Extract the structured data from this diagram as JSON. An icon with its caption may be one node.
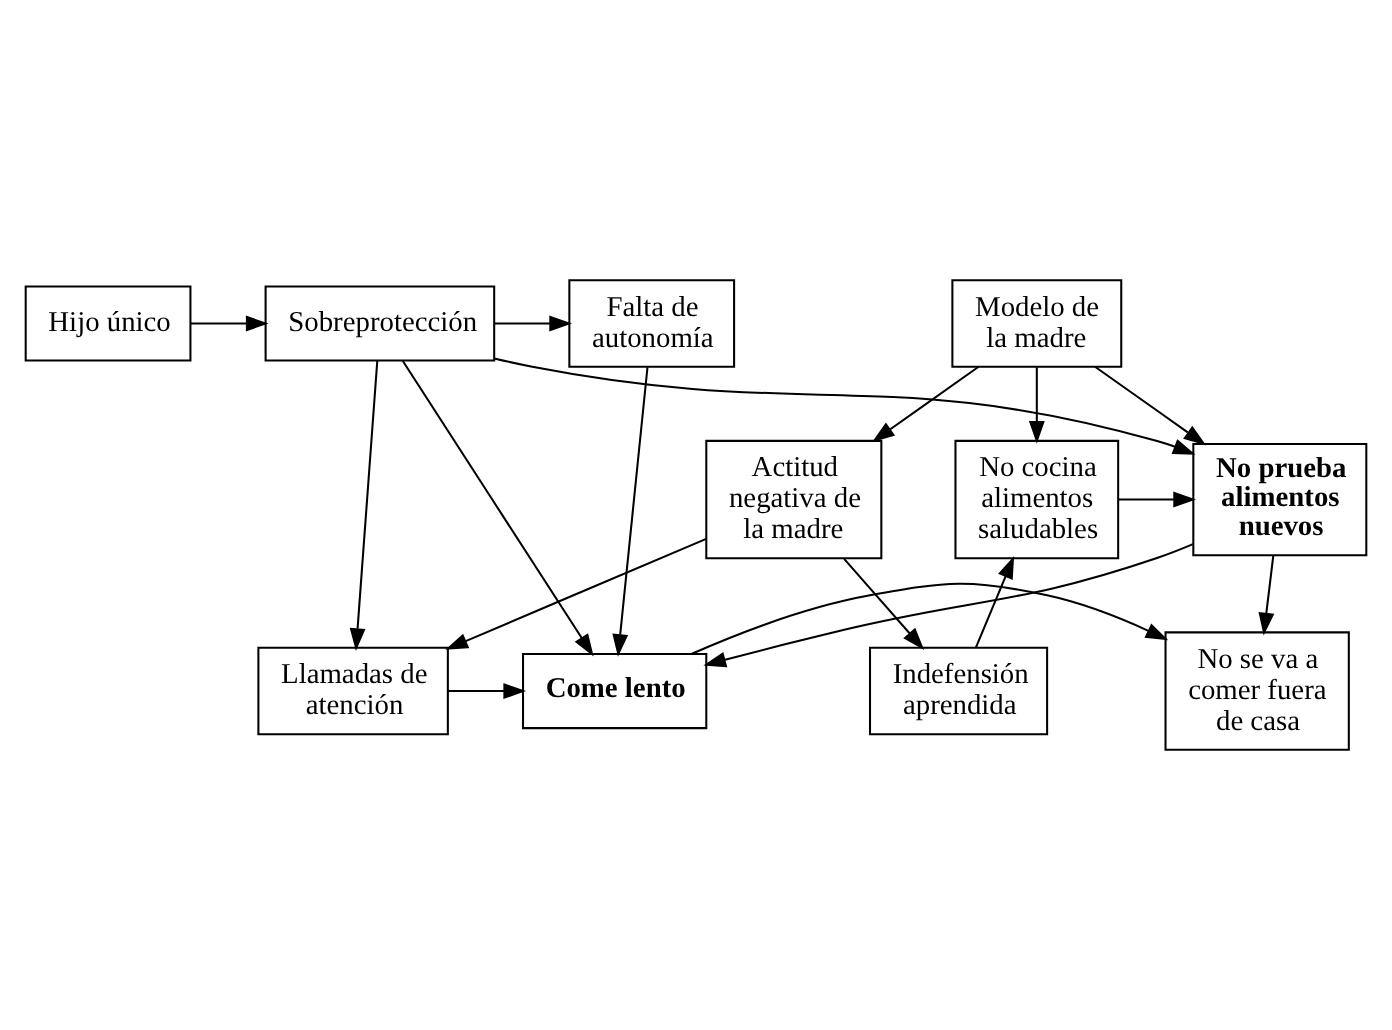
{
  "diagram": {
    "nodes": [
      {
        "text": [
          "Hijo único"
        ]
      },
      {
        "text": [
          "Sobreprotección"
        ]
      },
      {
        "text": [
          "Falta de autonomía"
        ]
      },
      {
        "text": [
          "Llamadas de atención"
        ]
      },
      {
        "text": [
          "Come lento"
        ]
      },
      {
        "text": [
          "No se va a comer fuera de casa"
        ]
      },
      {
        "text": [
          "No prueba alimentos nuevos"
        ]
      },
      {
        "text": [
          "Actitud negativa de la madre"
        ]
      },
      {
        "text": [
          "No cocina alimentos saludables"
        ]
      },
      {
        "text": [
          "Modelo de la madre"
        ]
      },
      {
        "text": [
          "Indefensión aprendida"
        ]
      }
    ],
    "edges": [
      {
        "from": 0,
        "to": 1,
        "arrow": "to"
      },
      {
        "from": 1,
        "to": 2,
        "arrow": "to"
      },
      {
        "from": 1,
        "to": 4,
        "arrow": "to"
      },
      {
        "from": 1,
        "to": 3,
        "arrow": "to"
      },
      {
        "from": 1,
        "to": 6,
        "arrow": "to"
      },
      {
        "from": 2,
        "to": 4,
        "arrow": "to"
      },
      {
        "from": 3,
        "to": 4,
        "arrow": "to"
      },
      {
        "from": 4,
        "to": 5,
        "arrow": "to"
      },
      {
        "from": 6,
        "to": 4,
        "arrow": "to"
      },
      {
        "from": 6,
        "to": 5,
        "arrow": "to"
      },
      {
        "from": 7,
        "to": 3,
        "arrow": "to"
      },
      {
        "from": 8,
        "to": 6,
        "arrow": "to"
      },
      {
        "from": 9,
        "to": 7,
        "arrow": "to"
      },
      {
        "from": 9,
        "to": 8,
        "arrow": "to"
      },
      {
        "from": 9,
        "to": 6,
        "arrow": "to"
      },
      {
        "from": 7,
        "to": 10,
        "arrow": "to"
      },
      {
        "from": 10,
        "to": 8,
        "arrow": "to"
      }
    ]
  }
}
